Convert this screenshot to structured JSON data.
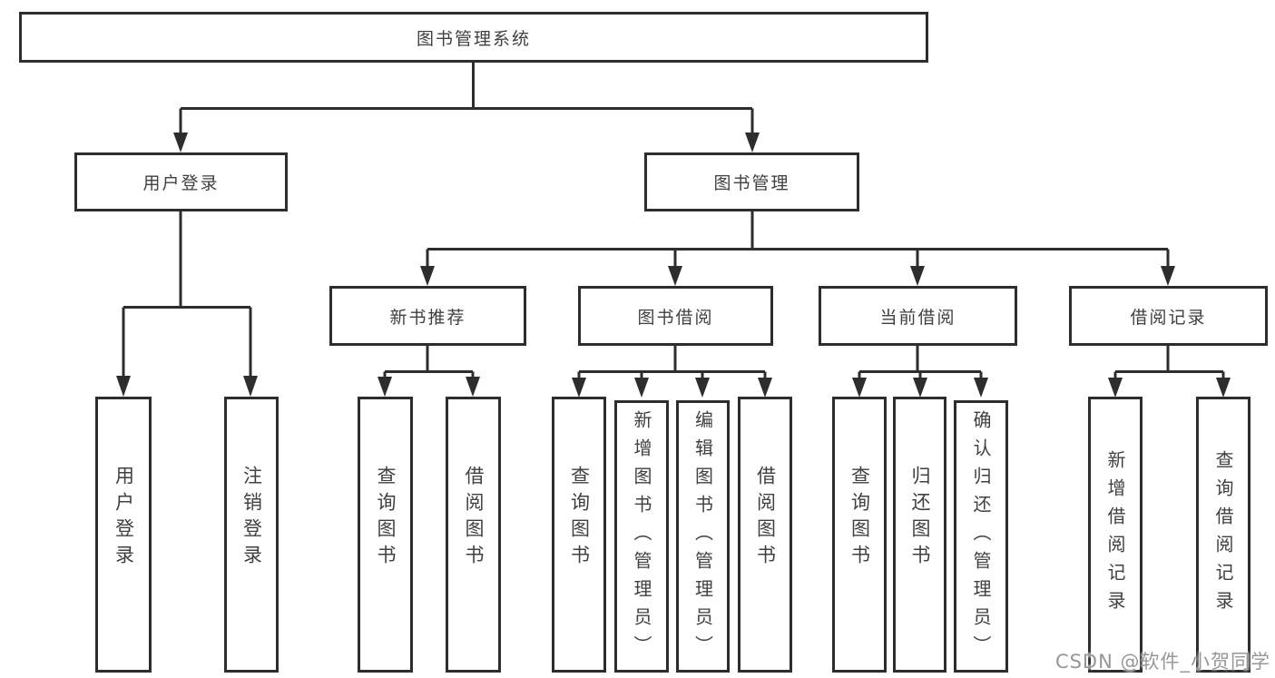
{
  "canvas": {
    "background": "#ffffff",
    "line_color": "#2d2d2d",
    "text_color": "#404040",
    "watermark_color": "#979797"
  },
  "watermark": "CSDN @软件_小贺同学",
  "nodes": {
    "root": {
      "label": "图书管理系统"
    },
    "user_login": {
      "label": "用户登录"
    },
    "book_mgmt": {
      "label": "图书管理"
    },
    "new_book_rec": {
      "label": "新书推荐"
    },
    "book_borrow": {
      "label": "图书借阅"
    },
    "current_borrow": {
      "label": "当前借阅"
    },
    "borrow_record": {
      "label": "借阅记录"
    },
    "leaf_user_login": {
      "label": "用户登录"
    },
    "leaf_logout": {
      "label": "注销登录"
    },
    "leaf_query_book_1": {
      "label": "查询图书"
    },
    "leaf_borrow_book_1": {
      "label": "借阅图书"
    },
    "leaf_query_book_2": {
      "label": "查询图书"
    },
    "leaf_add_book": {
      "label": "新增图书（管理员）"
    },
    "leaf_edit_book": {
      "label": "编辑图书（管理员）"
    },
    "leaf_borrow_book_2": {
      "label": "借阅图书"
    },
    "leaf_query_book_3": {
      "label": "查询图书"
    },
    "leaf_return_book": {
      "label": "归还图书"
    },
    "leaf_confirm_return": {
      "label": "确认归还（管理员）"
    },
    "leaf_add_borrow_record": {
      "label": "新增借阅记录"
    },
    "leaf_query_borrow_record": {
      "label": "查询借阅记录"
    }
  },
  "structure": {
    "root": "root",
    "children": {
      "root": [
        "user_login",
        "book_mgmt"
      ],
      "user_login": [
        "leaf_user_login",
        "leaf_logout"
      ],
      "book_mgmt": [
        "new_book_rec",
        "book_borrow",
        "current_borrow",
        "borrow_record"
      ],
      "new_book_rec": [
        "leaf_query_book_1",
        "leaf_borrow_book_1"
      ],
      "book_borrow": [
        "leaf_query_book_2",
        "leaf_add_book",
        "leaf_edit_book",
        "leaf_borrow_book_2"
      ],
      "current_borrow": [
        "leaf_query_book_3",
        "leaf_return_book",
        "leaf_confirm_return"
      ],
      "borrow_record": [
        "leaf_add_borrow_record",
        "leaf_query_borrow_record"
      ]
    }
  }
}
